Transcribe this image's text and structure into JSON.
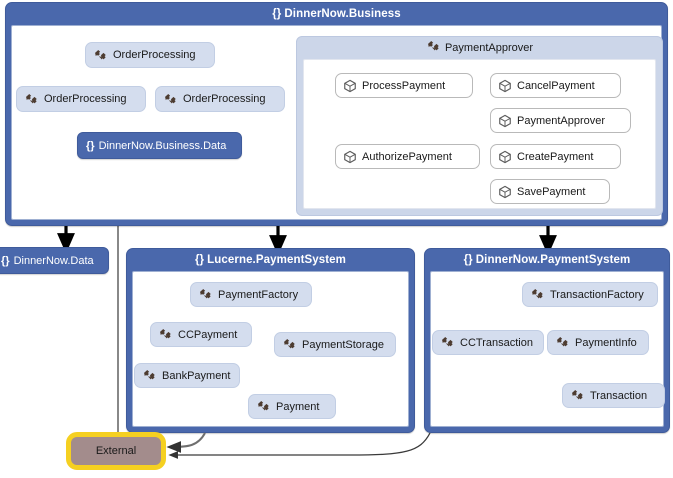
{
  "diagram": {
    "title": "DinnerNow.Business",
    "namespace_glyph": "{}",
    "colors": {
      "namespace_fill": "#4a68ac",
      "namespace_border": "#3f5b9b",
      "class_fill": "#d4ddee",
      "class_border": "#c2cee4",
      "group_fill": "#ccd6e9",
      "method_fill": "#ffffff",
      "method_border": "#b9b9b9",
      "external_fill": "#a38c8c",
      "external_border": "#f5d021",
      "arrow_black": "#000000",
      "arrow_grey": "#5a5a5a",
      "panel_inner": "#ffffff",
      "text_dark": "#1a1a1a",
      "text_light": "#ffffff"
    },
    "icons": {
      "namespace": "braces-icon",
      "class": "class-icon",
      "method": "method-cube-icon"
    }
  },
  "panels": {
    "business": {
      "title": "DinnerNow.Business",
      "glyph": "{}",
      "classes": [
        {
          "label": "OrderProcessing",
          "id": "op-top"
        },
        {
          "label": "OrderProcessing",
          "id": "op-left"
        },
        {
          "label": "OrderProcessing",
          "id": "op-right"
        }
      ],
      "namespace_nodes": [
        {
          "label": "DinnerNow.Business.Data",
          "glyph": "{}"
        }
      ],
      "group": {
        "label": "PaymentApprover",
        "methods_left": [
          {
            "label": "ProcessPayment"
          },
          {
            "label": "AuthorizePayment"
          }
        ],
        "methods_right": [
          {
            "label": "CancelPayment"
          },
          {
            "label": "PaymentApprover"
          },
          {
            "label": "CreatePayment"
          },
          {
            "label": "SavePayment"
          }
        ]
      }
    },
    "dinnernow_data": {
      "title": "DinnerNow.Data",
      "glyph": "{}"
    },
    "lucerne": {
      "title": "Lucerne.PaymentSystem",
      "glyph": "{}",
      "classes": [
        {
          "label": "PaymentFactory"
        },
        {
          "label": "CCPayment"
        },
        {
          "label": "PaymentStorage"
        },
        {
          "label": "BankPayment"
        },
        {
          "label": "Payment"
        }
      ]
    },
    "dinnernow_payment": {
      "title": "DinnerNow.PaymentSystem",
      "glyph": "{}",
      "classes": [
        {
          "label": "TransactionFactory"
        },
        {
          "label": "CCTransaction"
        },
        {
          "label": "PaymentInfo"
        },
        {
          "label": "Transaction"
        }
      ]
    },
    "external": {
      "label": "External"
    }
  }
}
